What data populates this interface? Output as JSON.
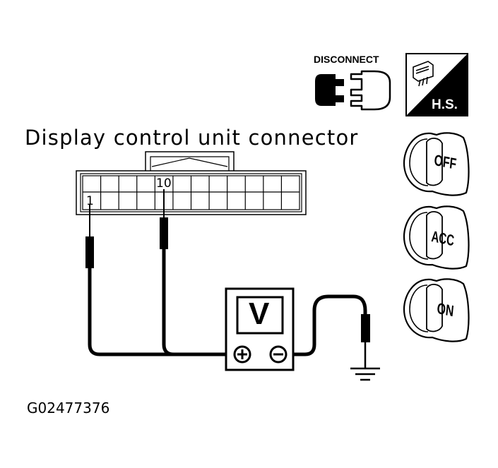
{
  "title": "Display control unit connector",
  "figure_code": "G02477376",
  "disconnect_label": "DISCONNECT",
  "hs_label": "H.S.",
  "connector": {
    "pin_a": "1",
    "pin_b": "10"
  },
  "meter": {
    "symbol": "V",
    "plus": "+",
    "minus": "−"
  },
  "ignition": {
    "off": "OFF",
    "acc": "ACC",
    "on": "ON"
  }
}
